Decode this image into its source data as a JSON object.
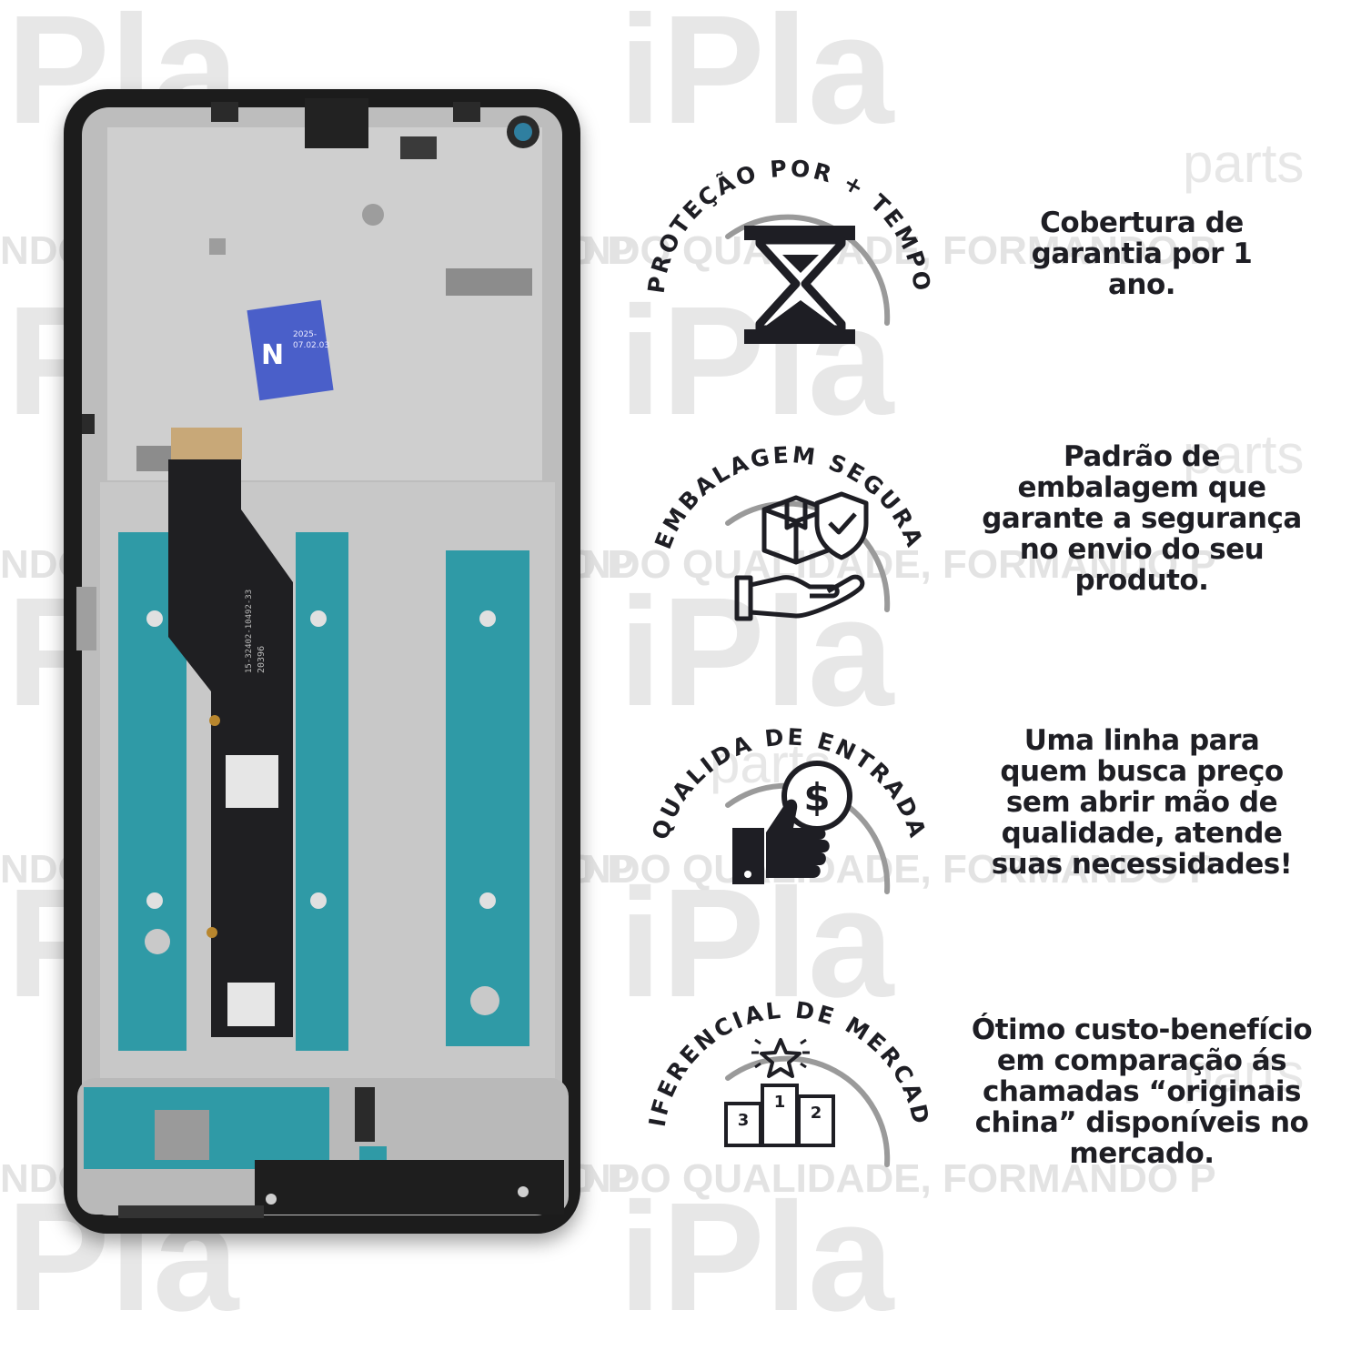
{
  "watermark": {
    "brand": "iPla",
    "sub": "parts",
    "band_text": "NDO QUALIDADE, FORMANDO P"
  },
  "features": [
    {
      "title": "PROTEÇÃO POR + TEMPO",
      "icon": "hourglass-icon",
      "description_lines": [
        "Cobertura de",
        "garantia por 1",
        "ano."
      ]
    },
    {
      "title": "EMBALAGEM SEGURA",
      "icon": "secure-package-icon",
      "description_lines": [
        "Padrão de",
        "embalagem que",
        "garante a segurança",
        "no envio do seu",
        "produto."
      ]
    },
    {
      "title": "QUALIDA DE ENTRADA",
      "icon": "thumbs-up-dollar-icon",
      "description_lines": [
        "Uma linha para",
        "quem busca preço",
        "sem abrir mão de",
        "qualidade, atende",
        "suas necessidades!"
      ]
    },
    {
      "title": "DIFERENCIAL DE MERCADO",
      "icon": "podium-star-icon",
      "description_lines": [
        "Ótimo custo-benefício",
        "em comparação ás",
        "chamadas “originais",
        "china” disponíveis no",
        "mercado."
      ]
    }
  ],
  "podium_numbers": [
    "3",
    "1",
    "2"
  ],
  "sticker": {
    "line1": "2025-",
    "line2": "07.02.03"
  },
  "flex_label": {
    "line1": "15-32402-10492-33",
    "line2": "20396"
  },
  "colors": {
    "text": "#1e1e24",
    "teal": "#2f9aa6",
    "frame": "#c9c9c9",
    "bezel": "#1a1a1c",
    "arc": "#9a9a9a"
  }
}
